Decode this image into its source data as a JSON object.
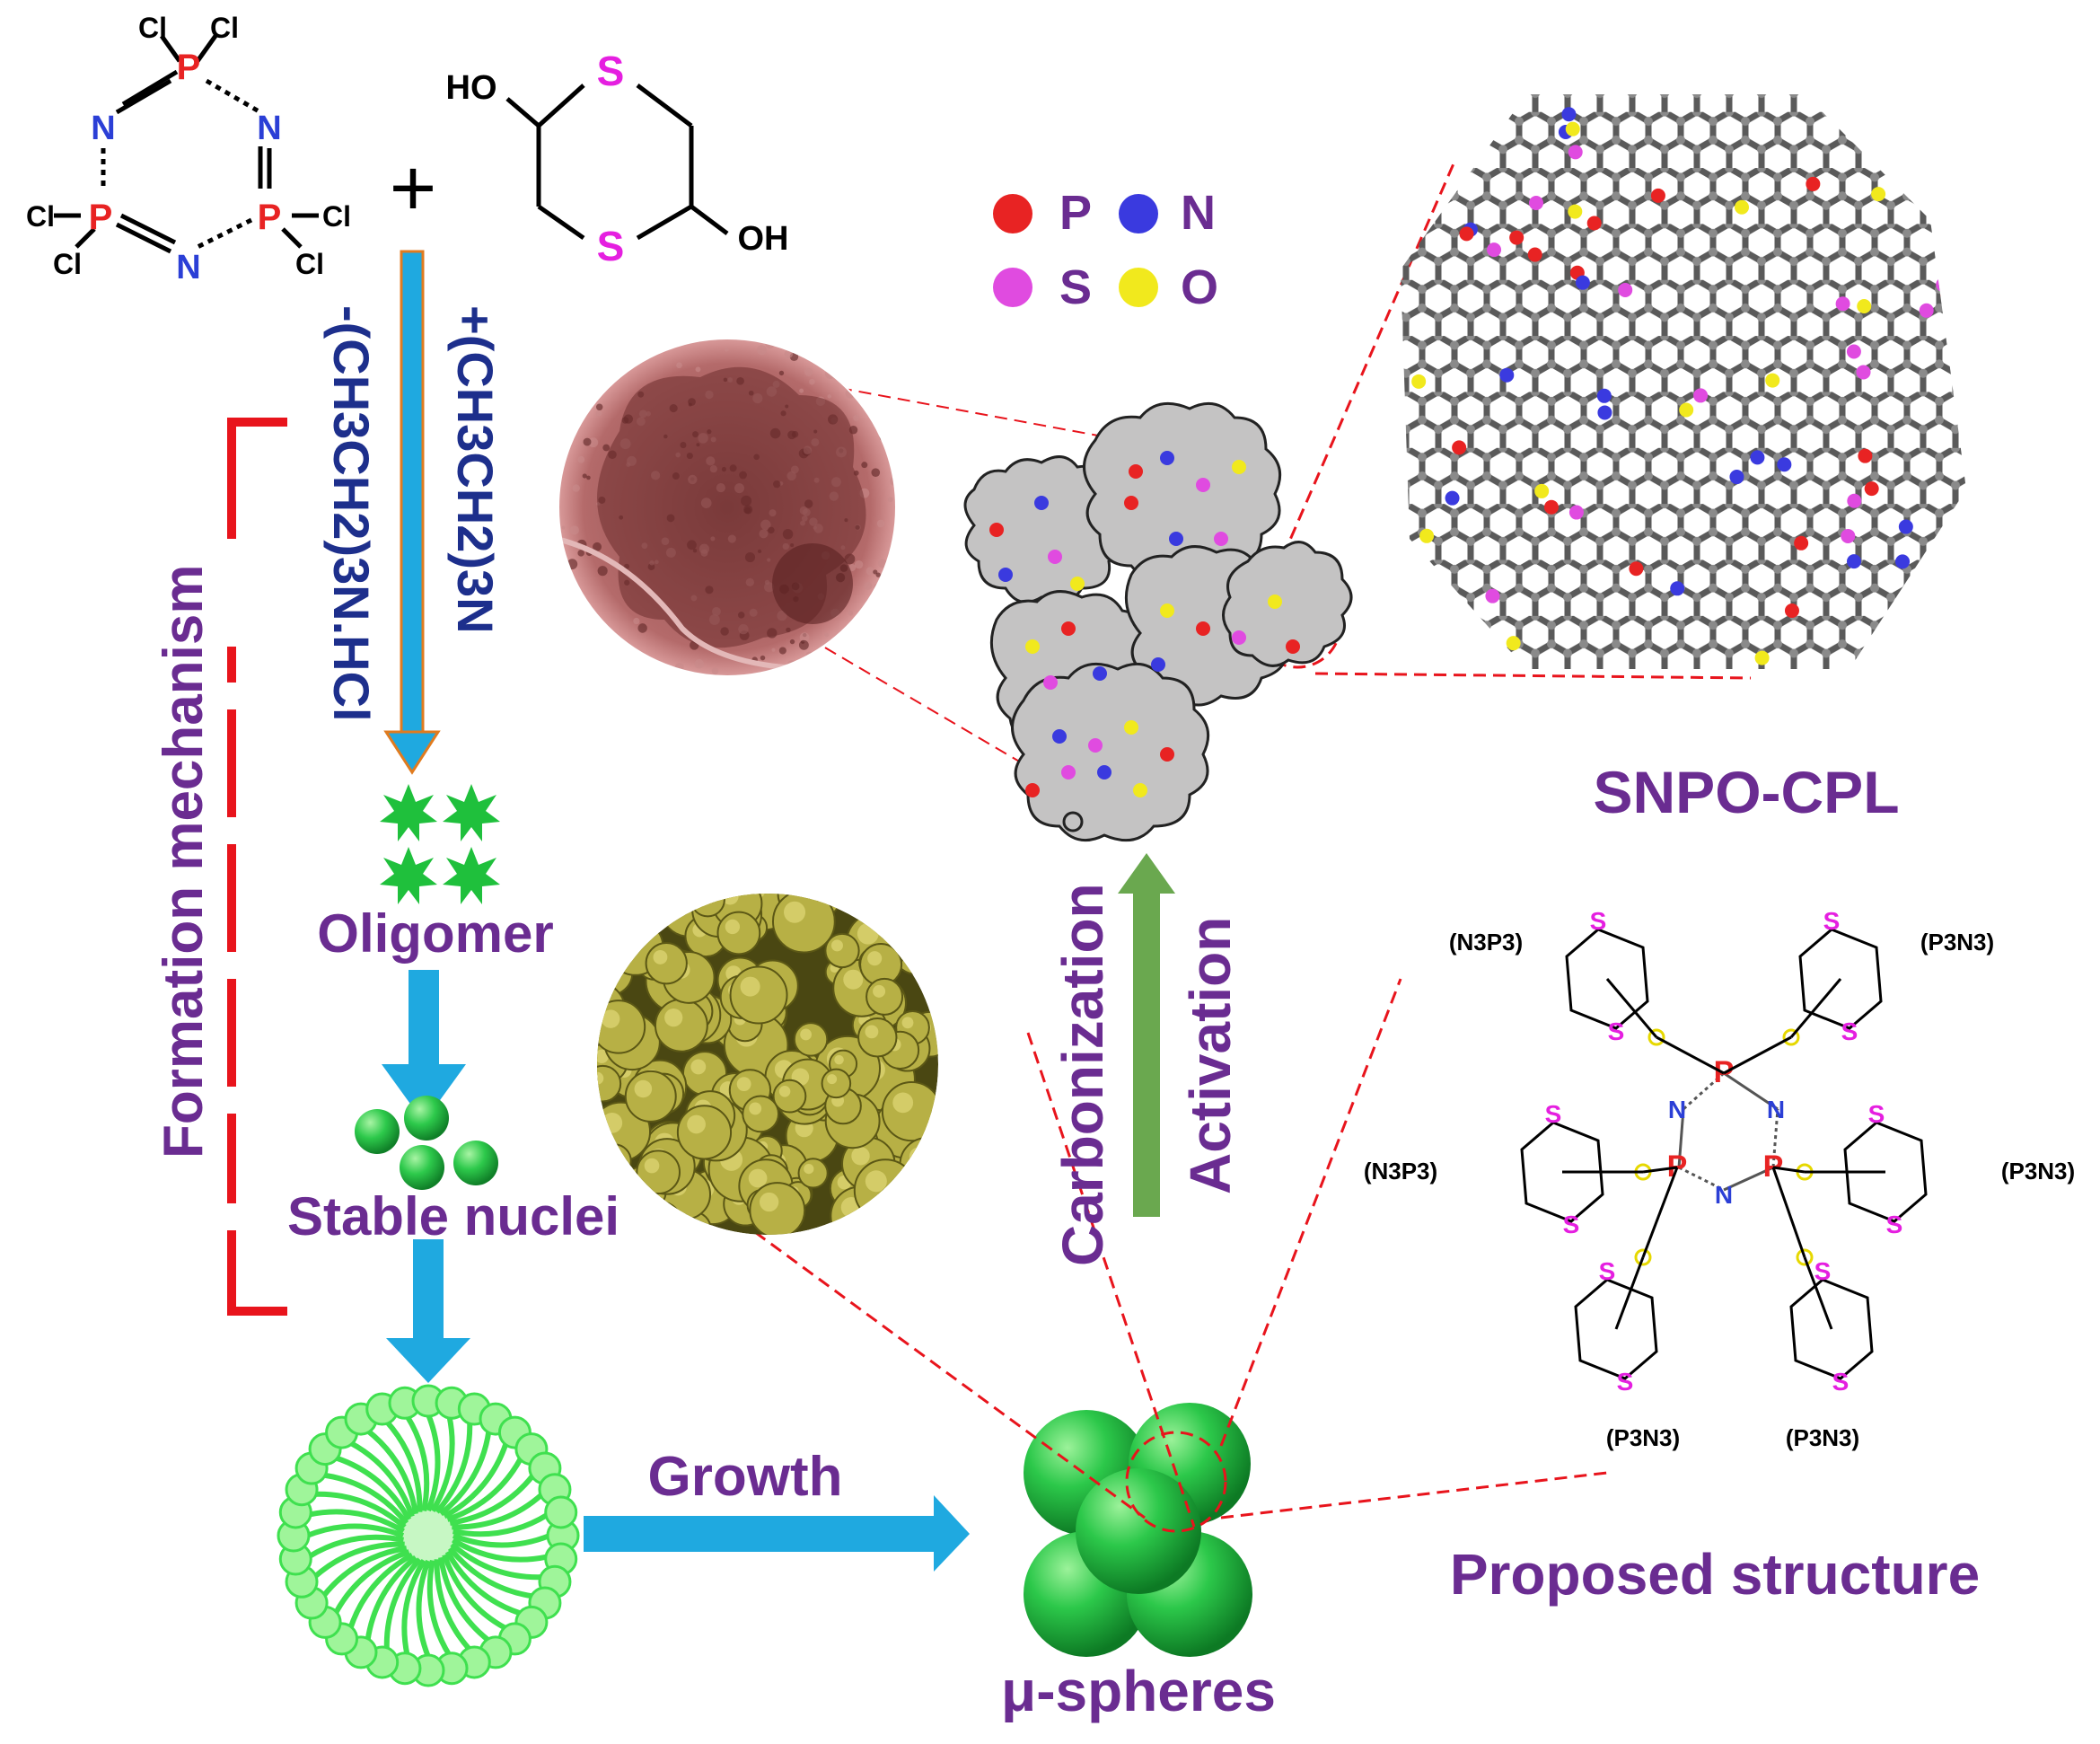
{
  "legend": {
    "items": [
      {
        "symbol": "P",
        "color": "#e82323"
      },
      {
        "symbol": "N",
        "color": "#3a3adf"
      },
      {
        "symbol": "S",
        "color": "#e04be0"
      },
      {
        "symbol": "O",
        "color": "#f1e91d"
      }
    ]
  },
  "labels": {
    "plus": "+",
    "add_amine": "+(CH3CH2)3N",
    "remove_salt": "-(CH3CH2)3N.HCl",
    "formation_mechanism": "Formation mechanism",
    "oligomer": "Oligomer",
    "stable_nuclei": "Stable nuclei",
    "growth": "Growth",
    "microspheres": "μ-spheres",
    "carbonization": "Carbonization",
    "activation": "Activation",
    "product_name": "SNPO-CPL",
    "proposed_structure": "Proposed structure"
  },
  "reactant_hccp": {
    "ring_P": "P",
    "ring_N": "N",
    "substituent": "Cl"
  },
  "reactant_dithiane": {
    "hydroxyl_left": "HO",
    "hydroxyl_right": "OH",
    "sulfur": "S"
  },
  "proposed_structure_groups": {
    "end_group_left": "(N3P3)",
    "end_group_right": "(P3N3)",
    "core_P": "P",
    "core_N": "N",
    "ring_S": "S",
    "linker_O": "O"
  },
  "colors": {
    "title_purple": "#6a2c91",
    "amine_blue": "#1d2f8c",
    "arrow_blue": "#1fa9e0",
    "arrow_green": "#6aa84f",
    "bracket_red": "#e8141c",
    "sphere_green": "#1fb344"
  }
}
